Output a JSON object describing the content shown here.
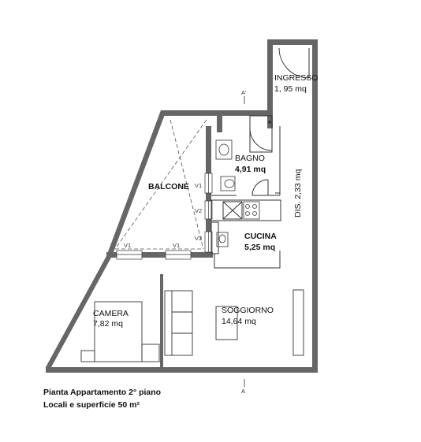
{
  "rooms": {
    "ingresso": {
      "name": "INGRESSO",
      "area": "1, 95 mq"
    },
    "bagno": {
      "name": "BAGNO",
      "area": "4,91 mq"
    },
    "balcone": {
      "name": "BALCONE"
    },
    "cucina": {
      "name": "CUCINA",
      "area": "5,25 mq"
    },
    "camera": {
      "name": "CAMERA",
      "area": "7,82 mq"
    },
    "soggiorno": {
      "name": "SOGGIORNO",
      "area": "14,64 mq"
    },
    "disimpegno": {
      "name": "DIS. 2,33 mq"
    }
  },
  "windows": {
    "v1": "V1",
    "v2": "V2",
    "v3": "V3"
  },
  "section": {
    "top": "A'",
    "bottom": "A"
  },
  "caption": {
    "line1": "Pianta Appartamento 2° piano",
    "line2": "Locali e superficie 50 m²"
  },
  "colors": {
    "wall": "#666666",
    "line": "#333333"
  }
}
